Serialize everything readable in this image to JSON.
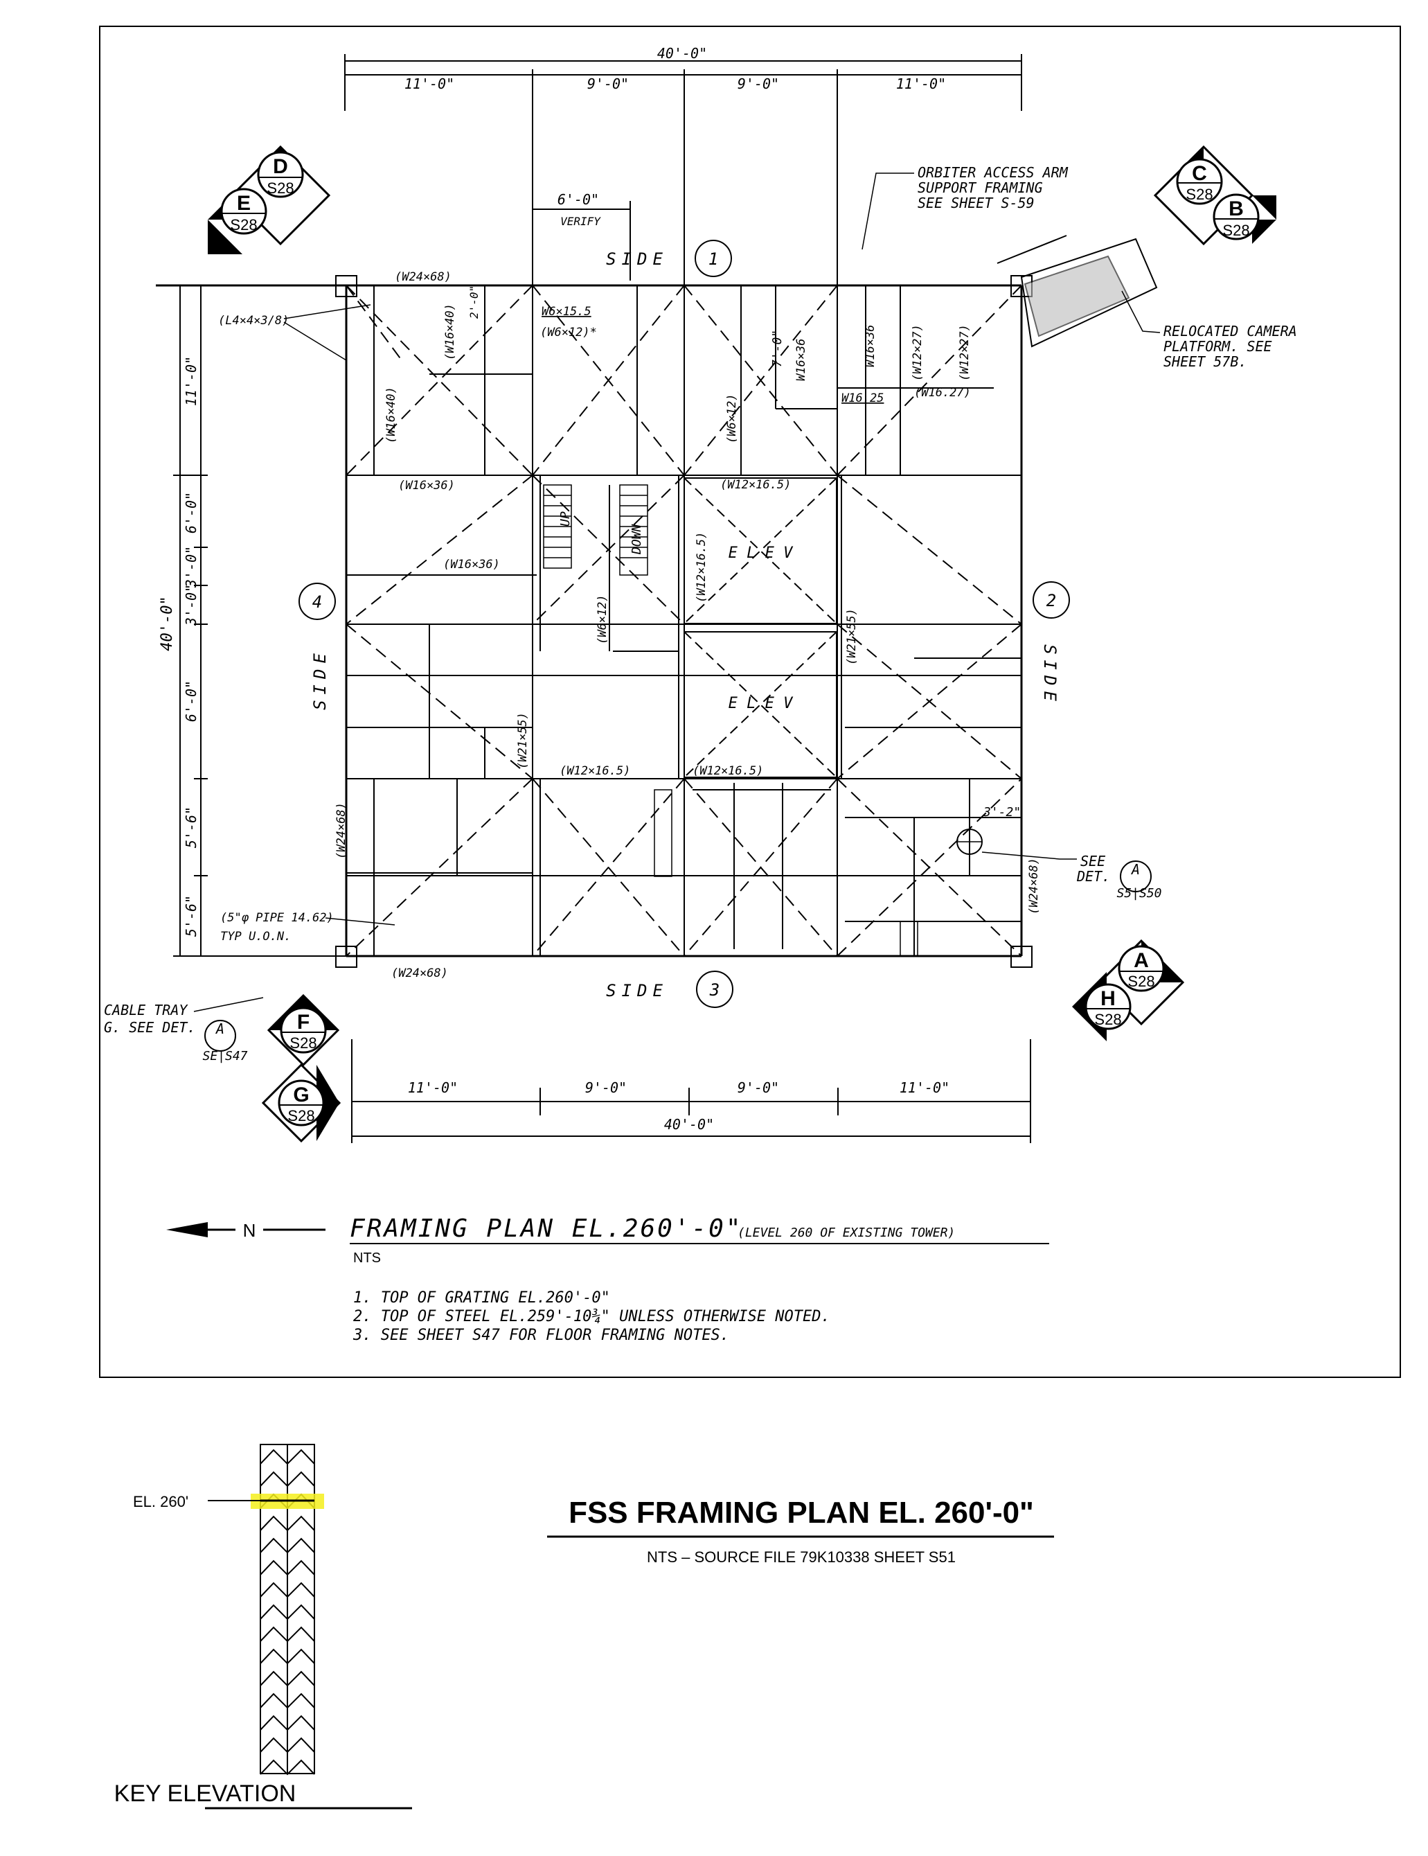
{
  "sheet": {
    "overall_dims": [
      "40'-0\"",
      "40'-0\""
    ],
    "top_dims": [
      "11'-0\"",
      "9'-0\"",
      "9'-0\"",
      "11'-0\""
    ],
    "bottom_dims": [
      "11'-0\"",
      "9'-0\"",
      "9'-0\"",
      "11'-0\""
    ],
    "left_dims": [
      "11'-0\"",
      "6'-0\"",
      "3'-0\"",
      "3'-0\"",
      "6'-0\"",
      "5'-6\"",
      "5'-6\""
    ],
    "left_overall": "40'-0\"",
    "verify_dim": "6'-0\"",
    "verify_label": "VERIFY",
    "small_dim_top": "2'-0\"",
    "small_dim_mid": "7'-0\"",
    "small_dim_right": "3'-2\""
  },
  "sides": {
    "top": {
      "label": "SIDE",
      "num": "1"
    },
    "right": {
      "label": "SIDE",
      "num": "2"
    },
    "bottom": {
      "label": "SIDE",
      "num": "3"
    },
    "left": {
      "label": "SIDE",
      "num": "4"
    }
  },
  "members": {
    "w24_top": "(W24×68)",
    "w24_bottom": "(W24×68)",
    "w24_right": "(W24×68)",
    "w24_left": "(W24×68)",
    "angle": "(L4×4×3/8)",
    "w6_15": "W6×15.5",
    "w6_12_star": "(W6×12)*",
    "w16_40_a": "(W16×40)",
    "w16_40_b": "(W16×40)",
    "w6_12_a": "(W6×12)",
    "w16_36_v": "W16×36",
    "w16_36_v2": "W16×36",
    "w12_27_a": "(W12×27)",
    "w12_27_b": "(W12×27)",
    "w16_25": "W16.25",
    "w16_27": "(W16.27)",
    "w16_36_h": "(W16×36)",
    "w16_36_h2": "(W16×36)",
    "w12_16_top": "(W12×16.5)",
    "w12_16_v": "(W12×16.5)",
    "w6_12_b": "(W6×12)",
    "w21_55_r": "(W21×55)",
    "w21_55_l": "(W21×55)",
    "w12_16_b1": "(W12×16.5)",
    "w12_16_b2": "(W12×16.5)",
    "pipe": "(5\"φ PIPE 14.62)",
    "typ": "TYP U.O.N."
  },
  "rooms": {
    "elev1": "E L E V",
    "elev2": "E L E V",
    "up": "UP",
    "down": "DOWN"
  },
  "notes_callouts": {
    "orbiter": [
      "ORBITER ACCESS ARM",
      "SUPPORT FRAMING",
      "SEE SHEET S-59"
    ],
    "camera": [
      "RELOCATED CAMERA",
      "PLATFORM. SEE",
      "SHEET 57B."
    ],
    "cable": [
      "CABLE TRAY",
      "G. SEE DET."
    ],
    "see_det": [
      "SEE",
      "DET."
    ],
    "det_a_ref": "A",
    "det_a_sheet": "S5|S50",
    "det_a_left": "A",
    "det_a_left_sheet": "SE|S47"
  },
  "section_markers": [
    {
      "letter": "D",
      "sheet": "S28"
    },
    {
      "letter": "E",
      "sheet": "S28"
    },
    {
      "letter": "C",
      "sheet": "S28"
    },
    {
      "letter": "B",
      "sheet": "S28"
    },
    {
      "letter": "F",
      "sheet": "S28"
    },
    {
      "letter": "G",
      "sheet": "S28"
    },
    {
      "letter": "A",
      "sheet": "S28"
    },
    {
      "letter": "H",
      "sheet": "S28"
    }
  ],
  "north_arrow": {
    "label": "N"
  },
  "plan_title": {
    "main": "FRAMING PLAN EL.260'-0\"",
    "sub": "(LEVEL 260 OF EXISTING TOWER)",
    "scale": "NTS"
  },
  "notes": [
    "1.  TOP OF GRATING EL.260'-0\"",
    "2.  TOP OF STEEL EL.259'-10¾\" UNLESS OTHERWISE NOTED.",
    "3.  SEE SHEET S47 FOR FLOOR FRAMING NOTES."
  ],
  "key_elevation": {
    "label": "EL. 260'",
    "title": "KEY ELEVATION",
    "highlight_color": "#f5ee1c"
  },
  "sheet_title": {
    "title": "FSS FRAMING PLAN EL. 260'-0\"",
    "subtitle": "NTS  –  SOURCE FILE 79K10338 SHEET S51"
  }
}
